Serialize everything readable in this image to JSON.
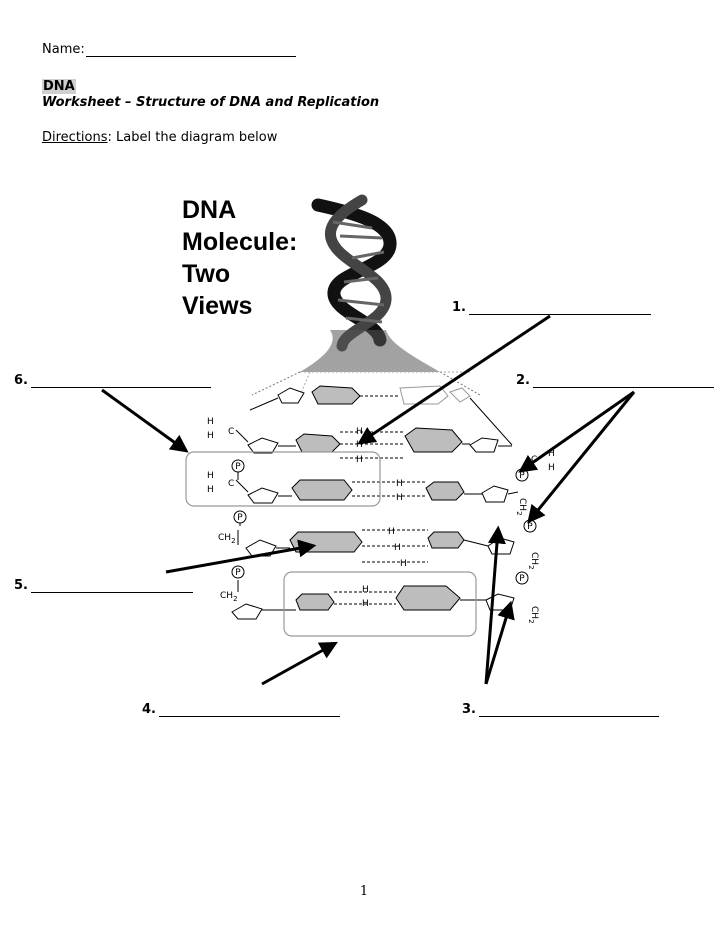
{
  "header": {
    "name_label": "Name:",
    "section_tag": "DNA",
    "title": "Worksheet – Structure of DNA and Replication",
    "directions_label": "Directions",
    "directions_text": ": Label the diagram below"
  },
  "diagram": {
    "title_lines": [
      "DNA",
      "Molecule:",
      "Two",
      "Views"
    ],
    "atoms": {
      "h": "H",
      "c": "C",
      "p": "P",
      "ch2": "CH",
      "sub2": "2",
      "hbond": "H"
    }
  },
  "labels": [
    {
      "number": "1."
    },
    {
      "number": "2."
    },
    {
      "number": "3."
    },
    {
      "number": "4."
    },
    {
      "number": "5."
    },
    {
      "number": "6."
    }
  ],
  "footer": {
    "page_number": "1"
  },
  "colors": {
    "base_fill": "#bdbdbd",
    "outline": "#000000",
    "box": "#999999"
  }
}
